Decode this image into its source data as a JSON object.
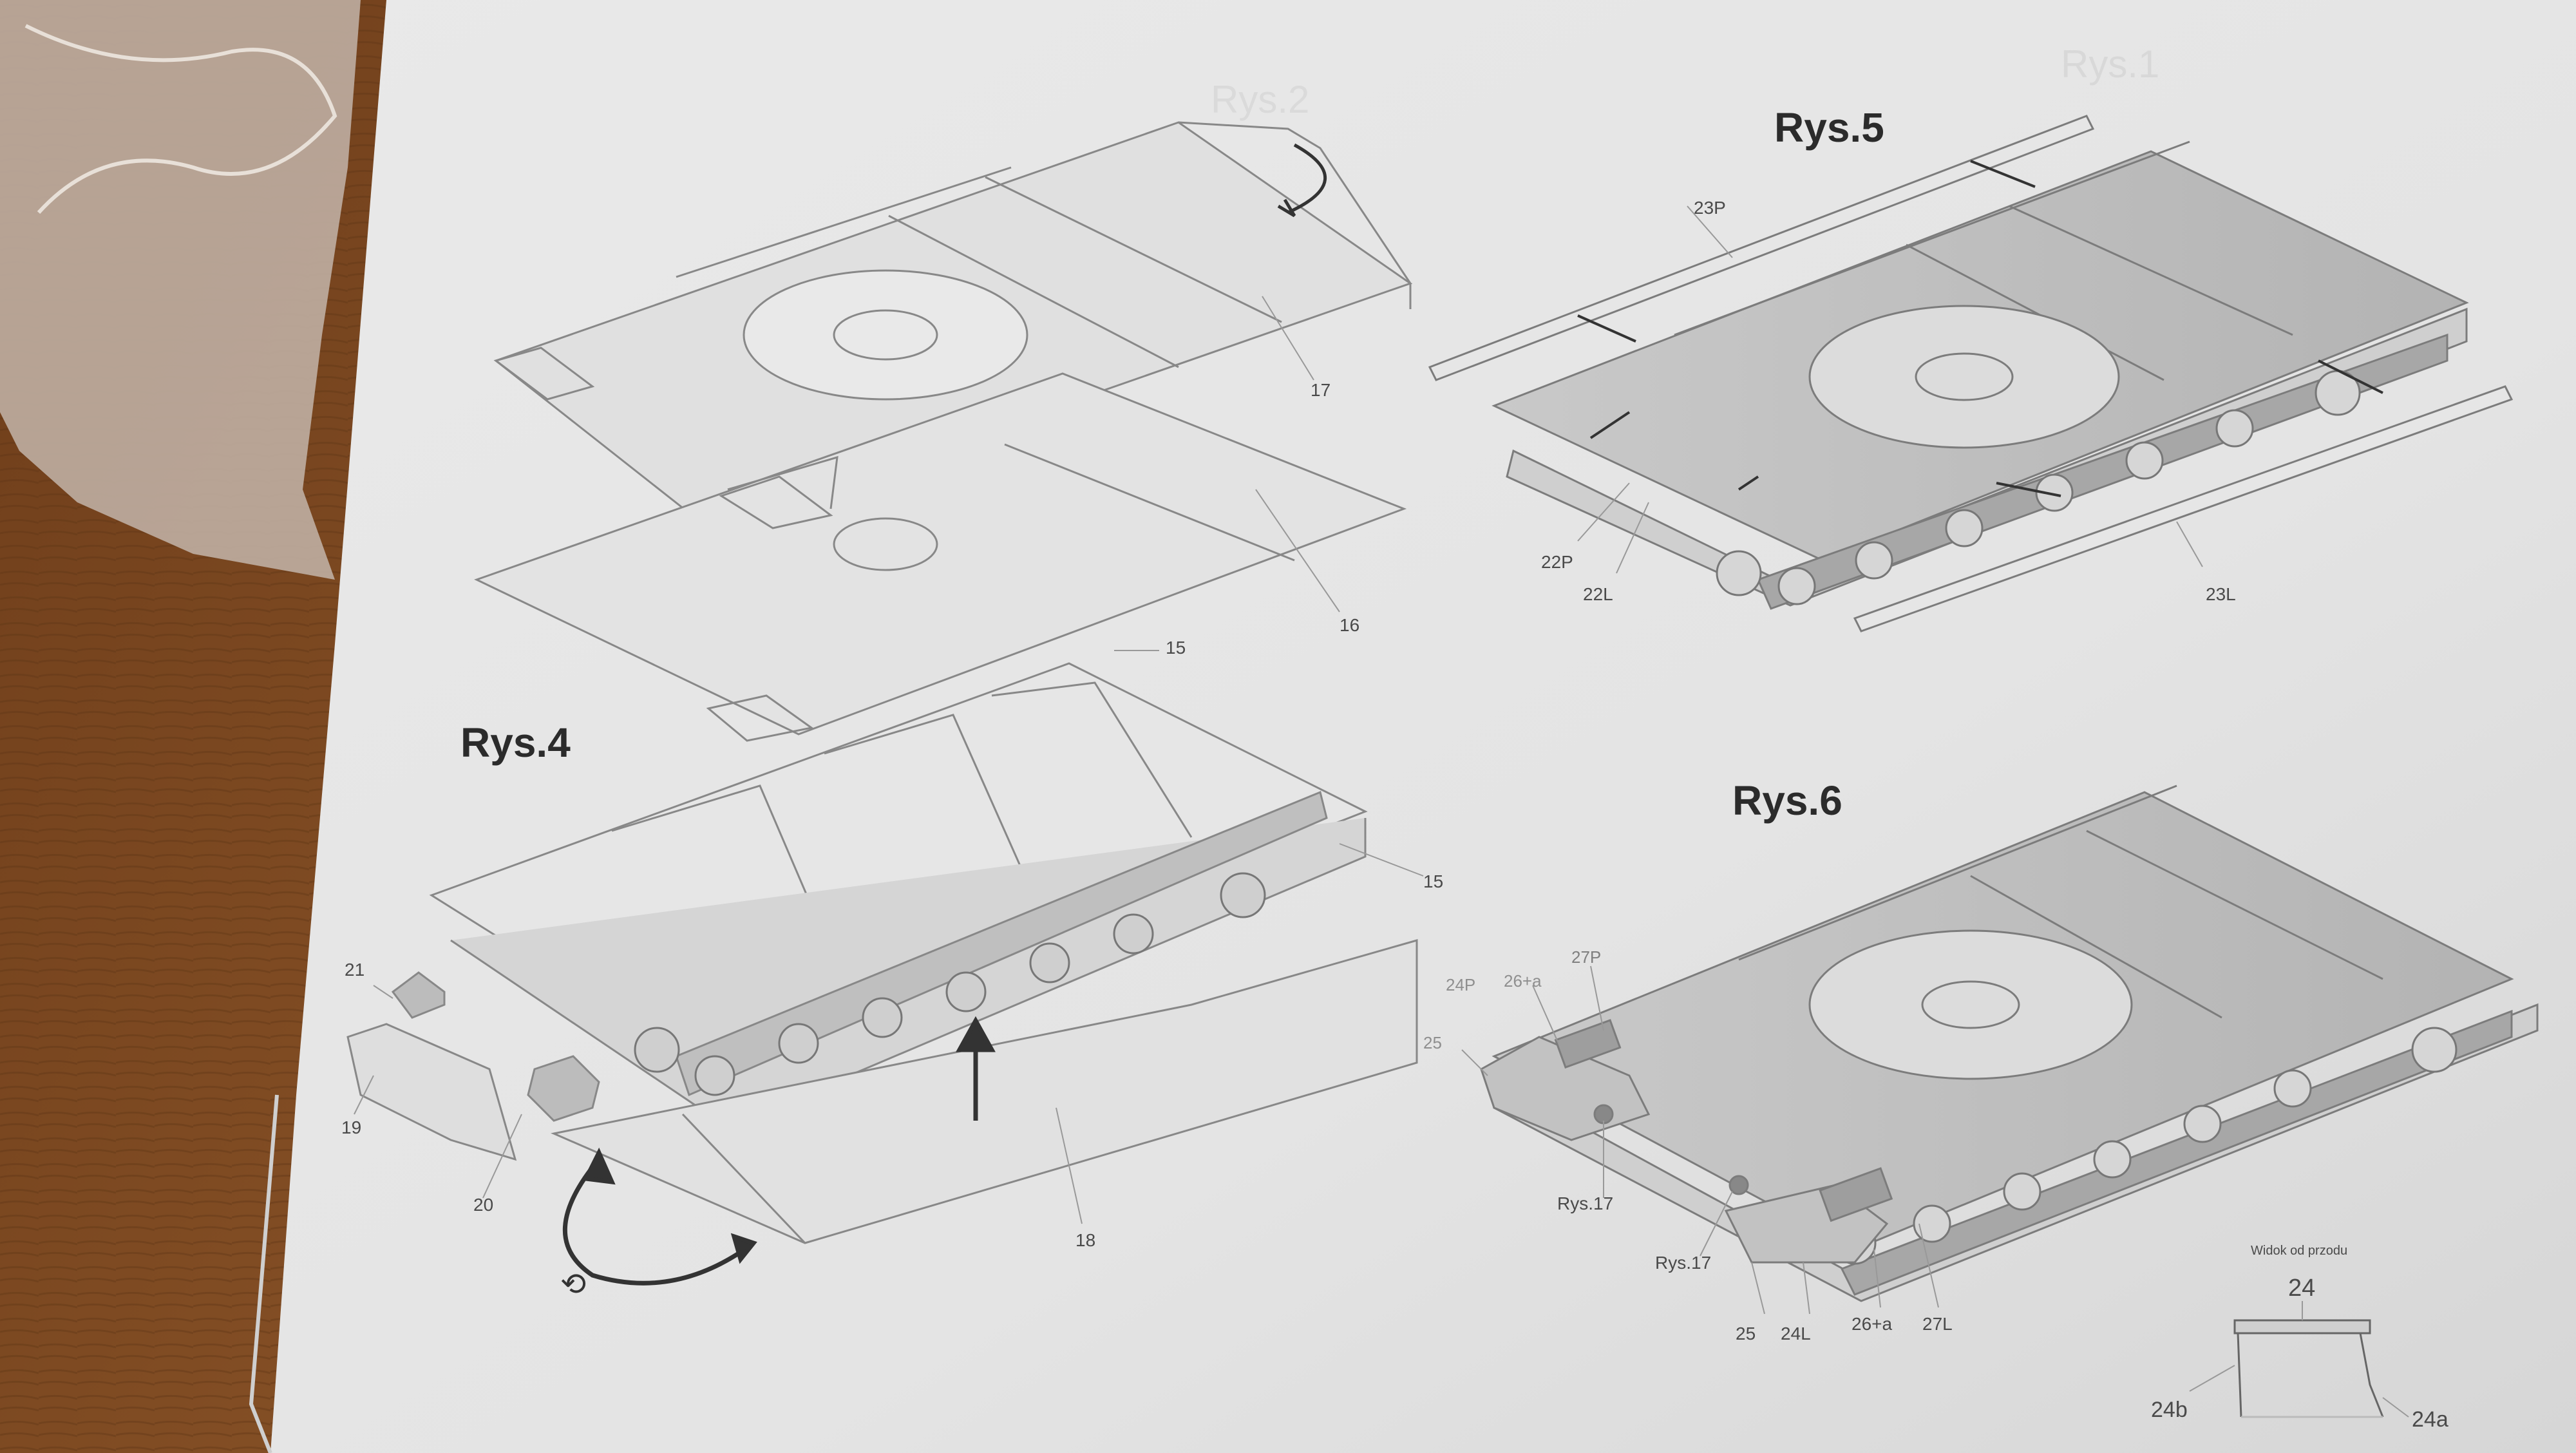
{
  "titles": {
    "rys4": "Rys.4",
    "rys5": "Rys.5",
    "rys6": "Rys.6"
  },
  "rys4_labels": {
    "p15a": "15",
    "p15b": "15",
    "p16": "16",
    "p17": "17",
    "p18": "18",
    "p19": "19",
    "p20": "20",
    "p21": "21"
  },
  "rys5_labels": {
    "p22l": "22L",
    "p22p": "22P",
    "p23l": "23L",
    "p23p": "23P"
  },
  "rys6_labels": {
    "p24l": "24L",
    "p24p": "24P",
    "p25a": "25",
    "p25b": "25",
    "p26a_left": "26+a",
    "p26a_right": "26+a",
    "p27l": "27L",
    "p27p": "27P",
    "rys17a": "Rys.17",
    "rys17b": "Rys.17"
  },
  "front_view": {
    "caption": "Widok od przodu",
    "p24": "24",
    "p24a": "24a",
    "p24b": "24b"
  },
  "colors": {
    "wood": "#7a4a24",
    "paper": "#ececec",
    "panel_gray": "#bdbdbd",
    "line": "#7c7c7c"
  }
}
